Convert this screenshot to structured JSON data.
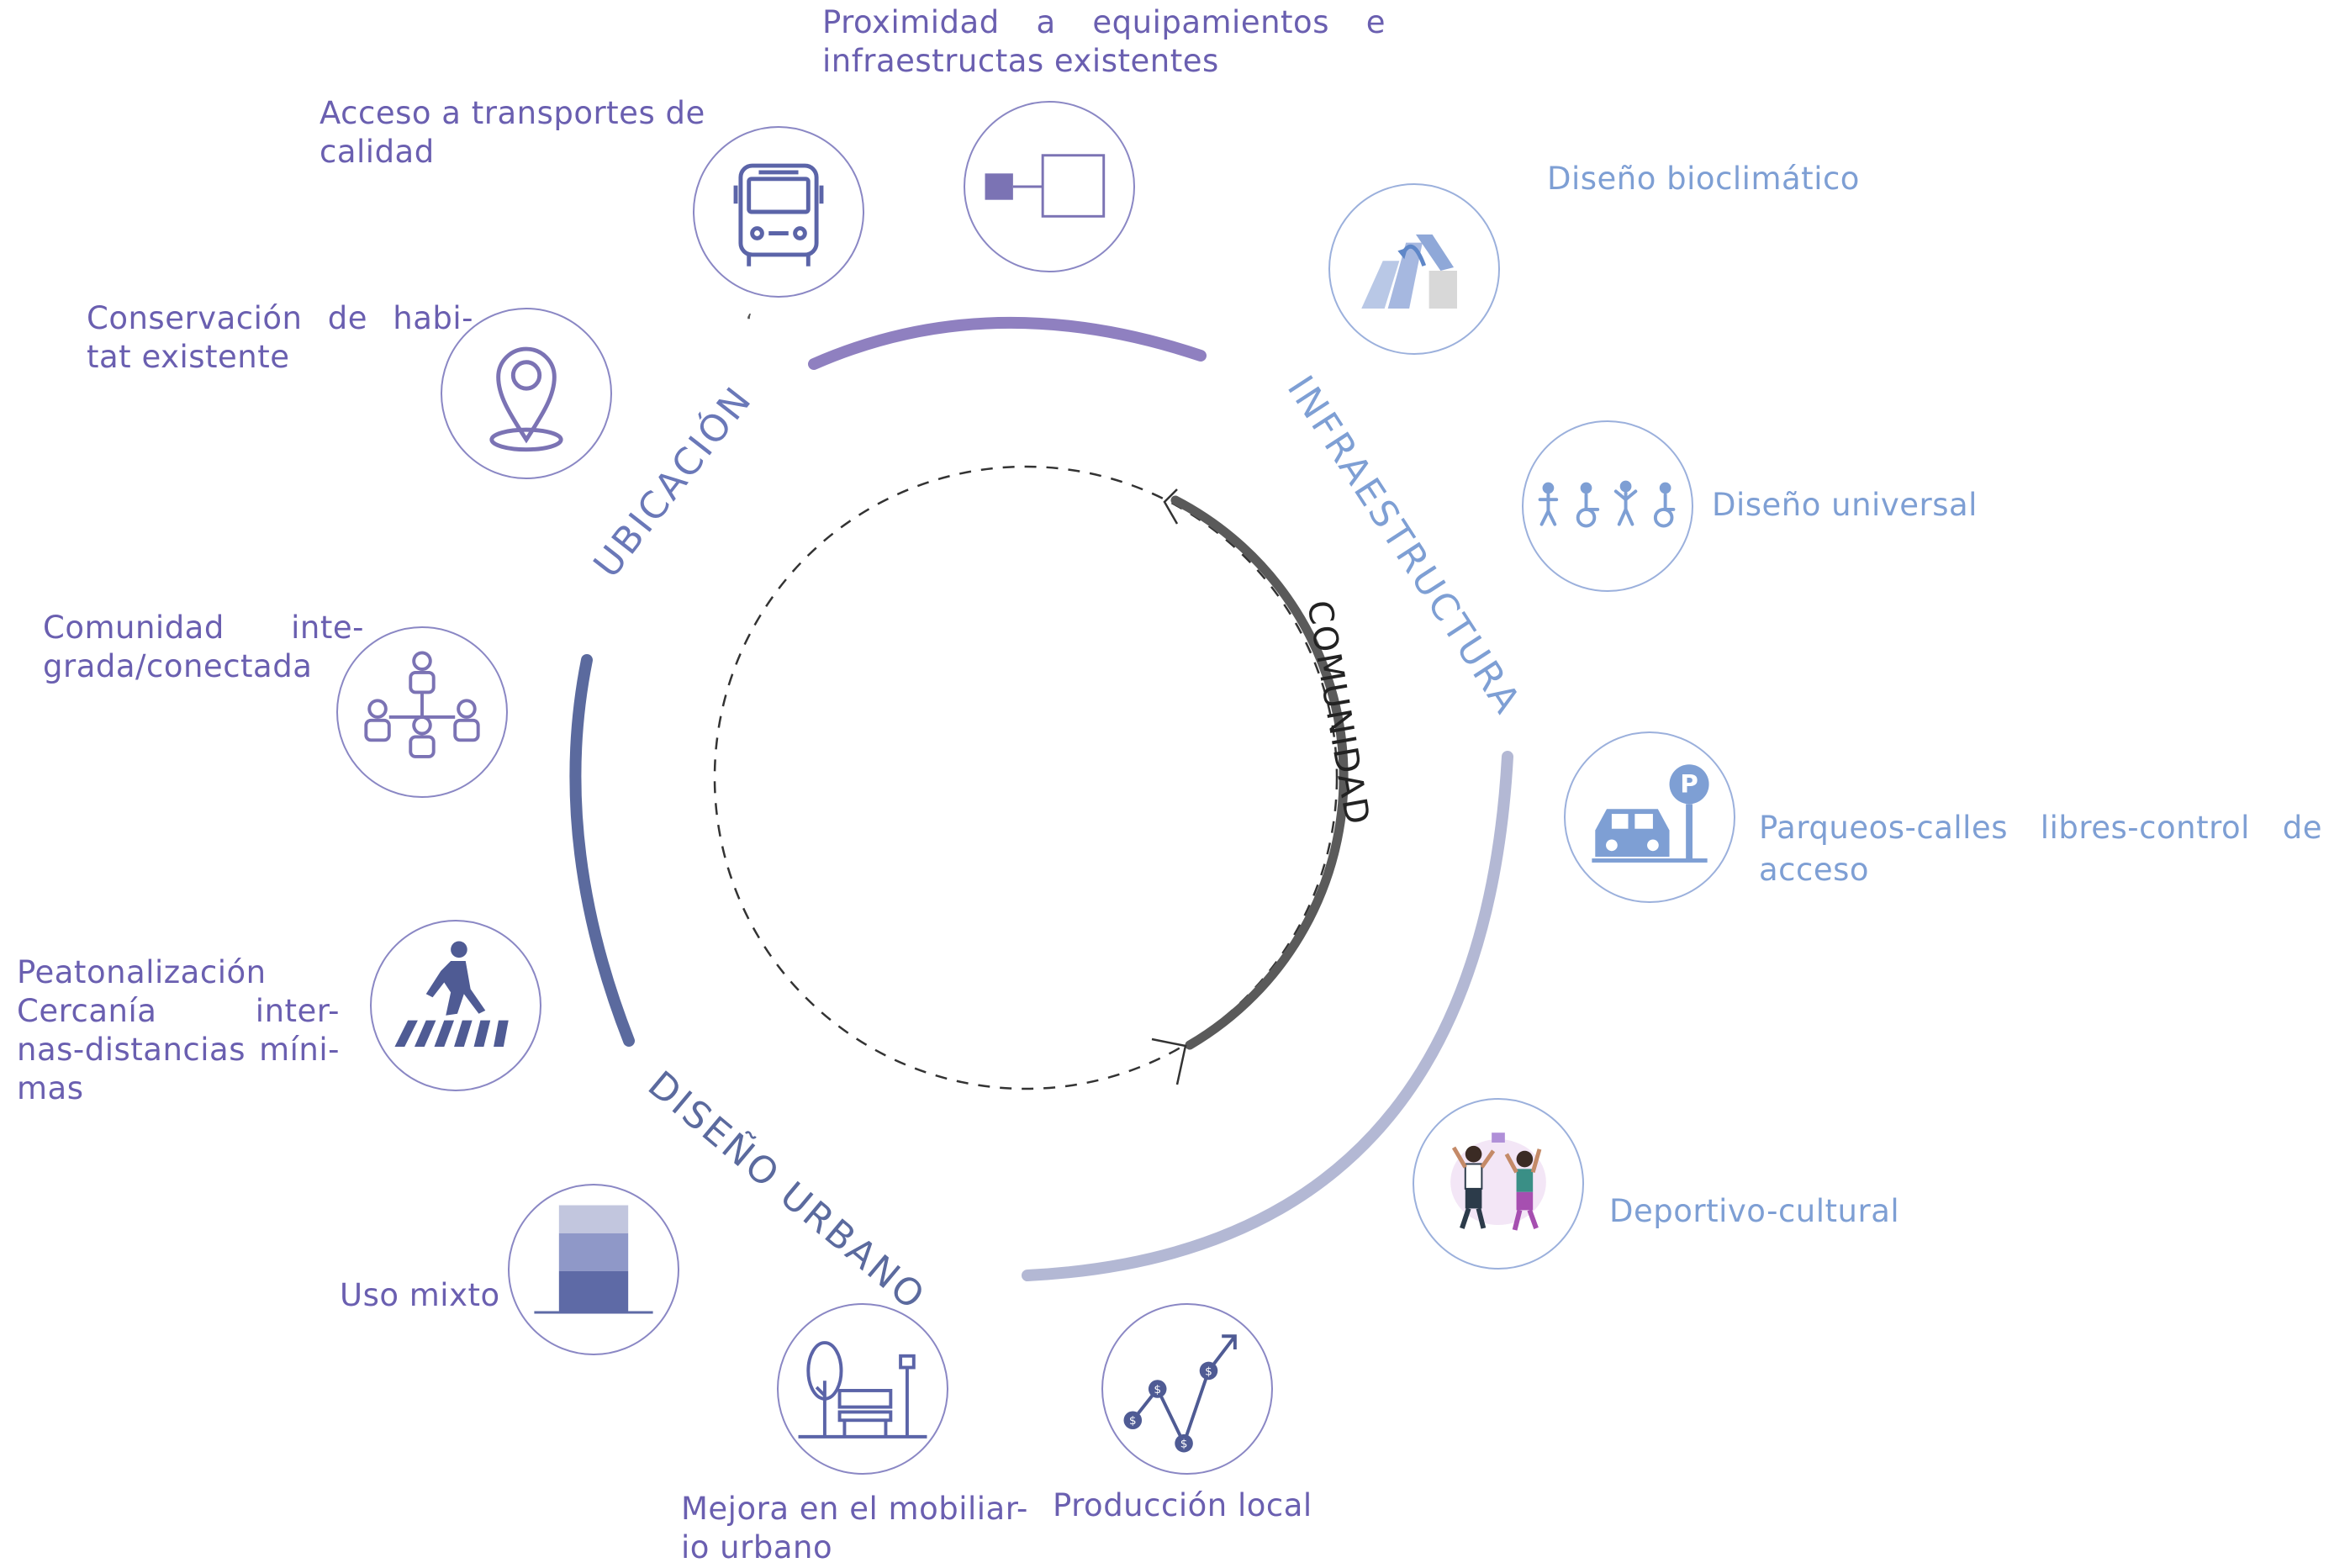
{
  "center_label": "COMUNIDAD",
  "sections": {
    "ubicacion": "UBICACIÓN",
    "infraestructura": "INFRAESTRUCTURA",
    "diseno_urbano": "DISEÑO URBANO"
  },
  "items": {
    "proximidad": [
      "Proximidad a equipamientos e",
      "infraestructas existentes"
    ],
    "transportes": [
      "Acceso a transportes de",
      "calidad"
    ],
    "conservacion": [
      "Conservación de habi-",
      "tat existente"
    ],
    "comunidad": [
      "Comunidad inte-",
      "grada/conectada"
    ],
    "peatonalizacion": [
      "Peatonalización",
      "Cercanía inter-",
      "nas-distancias míni-",
      "mas"
    ],
    "uso_mixto": "Uso mixto",
    "mobiliario": [
      "Mejora en el mobiliar-",
      "io urbano"
    ],
    "produccion": "Producción local",
    "deportivo": "Deportivo-cultural",
    "parqueos": [
      "Parqueos-calles libres-control de",
      "acceso"
    ],
    "universal": "Diseño universal",
    "bioclimatico": "Diseño bioclimático"
  },
  "stray_mark": "‘",
  "colors": {
    "purple_text": "#6a5fb0",
    "blue_text": "#7e9fd4",
    "arc_purple": "#8f80c0",
    "arc_navy": "#5b6a9e",
    "arc_lavender": "#b3b8d4",
    "arc_dark": "#5a5a5a"
  },
  "icons": [
    "bus-icon",
    "connector-squares-icon",
    "location-pin-icon",
    "network-people-icon",
    "pedestrian-crossing-icon",
    "mixed-use-building-icon",
    "bench-tree-lamp-icon",
    "growth-money-chart-icon",
    "dancing-people-icon",
    "car-parking-icon",
    "accessibility-people-icon",
    "bioclimatic-building-icon"
  ]
}
